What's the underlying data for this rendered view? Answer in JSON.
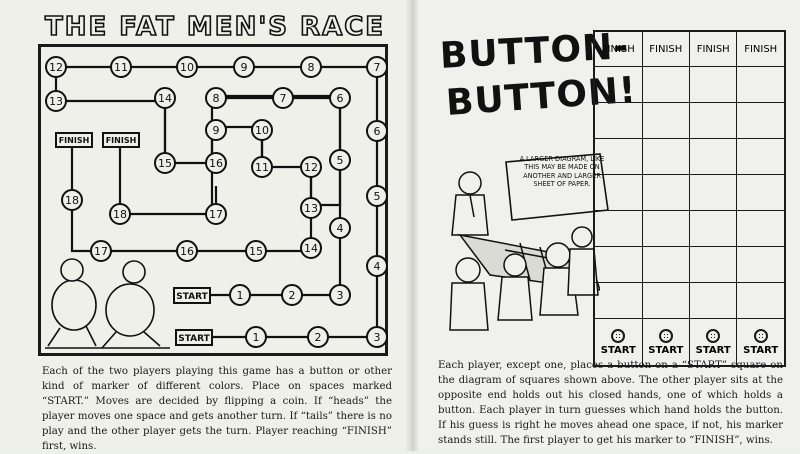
{
  "left": {
    "title": "THE FAT MEN'S RACE",
    "top_row": [
      "12",
      "11",
      "10",
      "9",
      "8",
      "7"
    ],
    "right_column": [
      "7",
      "6",
      "5",
      "4",
      "3"
    ],
    "inner_nodes": [
      "13",
      "14",
      "8",
      "7",
      "6",
      "9",
      "10",
      "5",
      "15",
      "16",
      "11",
      "12",
      "13",
      "4",
      "18",
      "17",
      "16",
      "15",
      "14",
      "3",
      "18",
      "17"
    ],
    "finish_label": "FINISH",
    "start_label": "START",
    "start_row_a": [
      "1",
      "2",
      "3"
    ],
    "start_row_b": [
      "1",
      "2",
      "3"
    ],
    "description": "Each of the two players playing this game has a button or other kind of marker of different colors. Place on spaces marked “START.” Moves are decided by flipping a coin. If “heads” the player moves one space and gets another turn. If “tails” there is no play and the other player gets the turn. Player reaching “FINISH” first, wins."
  },
  "right": {
    "title_line1": "BUTTON-",
    "title_line2": "BUTTON!",
    "callout": "A LARGER DIAGRAM, LIKE THIS MAY BE MADE ON ANOTHER AND LARGER SHEET OF PAPER.",
    "grid": {
      "headers": [
        "FINISH",
        "FINISH",
        "FINISH",
        "FINISH"
      ],
      "starts": [
        "START",
        "START",
        "START",
        "START"
      ]
    },
    "description": "Each player, except one, places a button on a “START” square on the diagram of squares shown above. The other player sits at the opposite end holds out his closed hands, one of which holds a button. Each player in turn guesses which hand holds the button. If his guess is right he moves ahead one space, if not, his marker stands still. The first player to get his marker to “FINISH”, wins."
  }
}
